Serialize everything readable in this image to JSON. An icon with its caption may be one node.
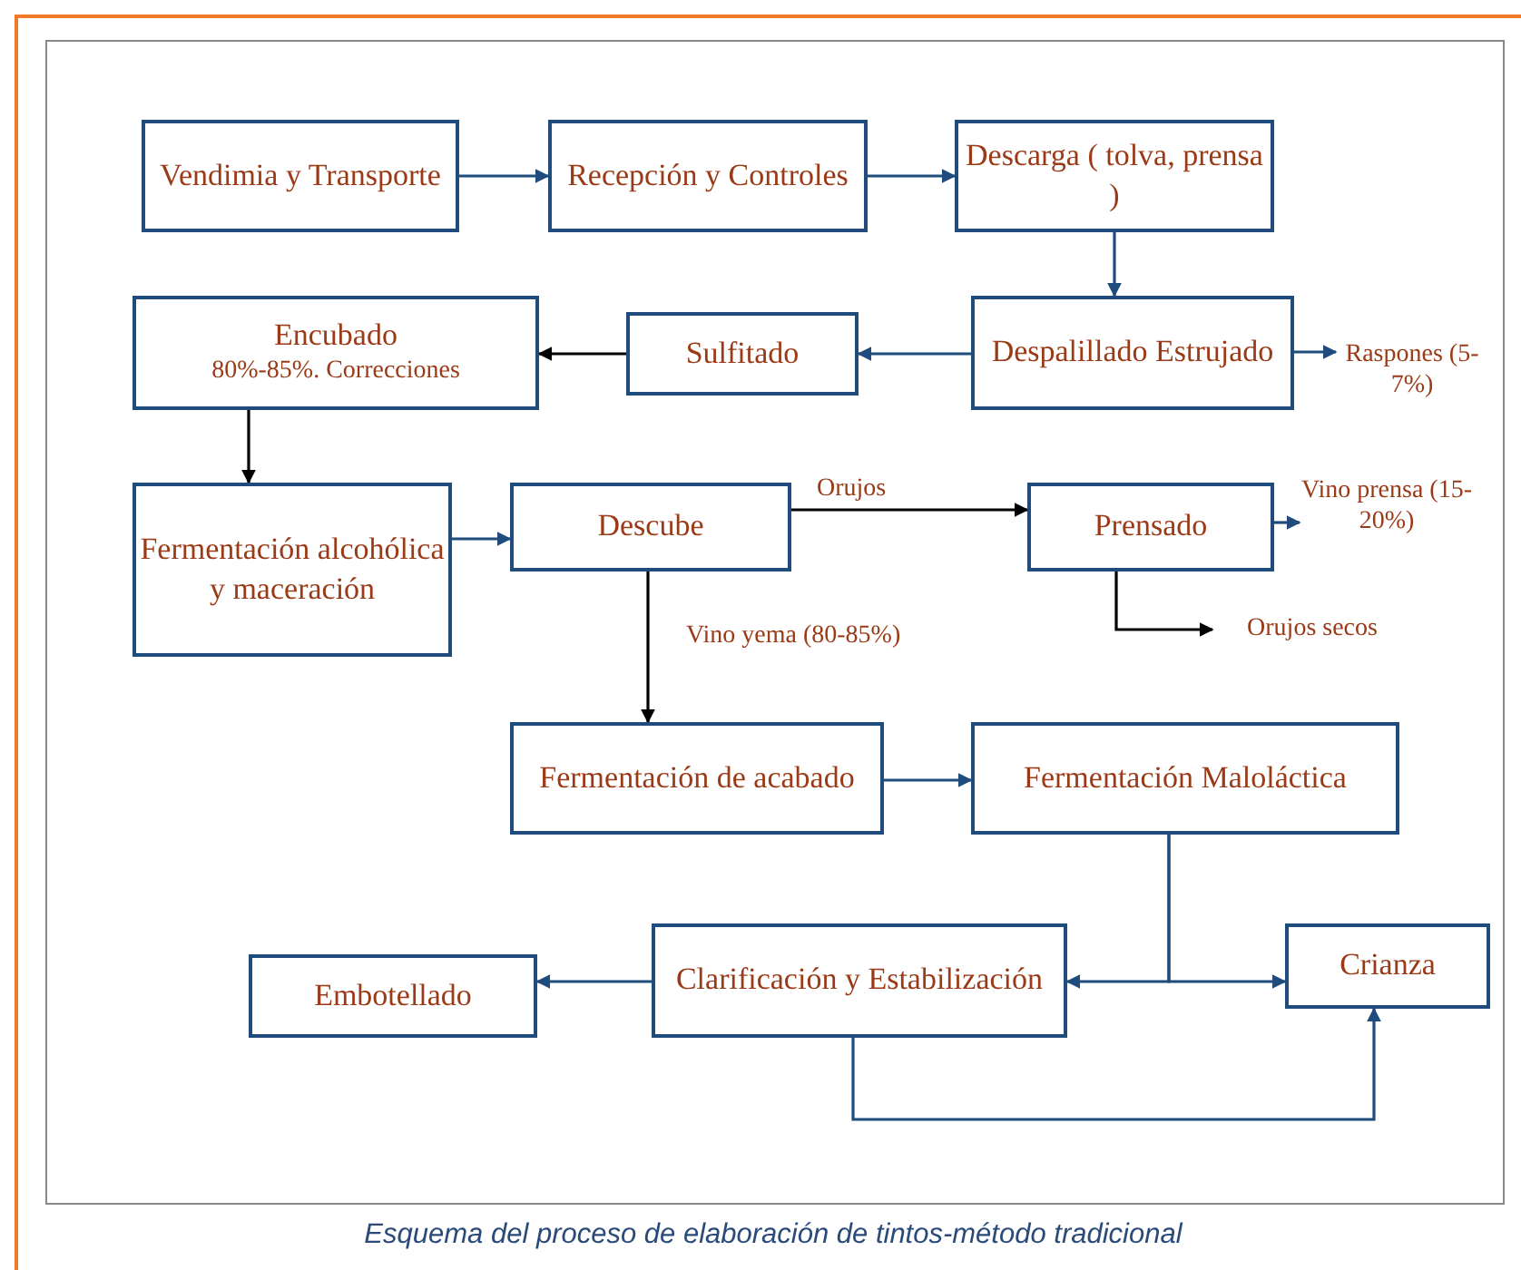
{
  "diagram": {
    "caption": "Esquema del proceso de elaboración de tintos-método tradicional",
    "nodes": [
      {
        "text": [
          "Vendimia y Transporte"
        ]
      },
      {
        "text": [
          "Recepción y Controles"
        ]
      },
      {
        "text": [
          "Descarga ( tolva, prensa )"
        ]
      },
      {
        "text": [
          "Despalillado Estrujado"
        ]
      },
      {
        "text": [
          "Sulfitado"
        ]
      },
      {
        "text": [
          "Encubado",
          "80%-85%. Correcciones"
        ]
      },
      {
        "text": [
          "Raspones (5-7%)"
        ]
      },
      {
        "text": [
          "Fermentación alcohólica y maceración"
        ]
      },
      {
        "text": [
          "Descube"
        ]
      },
      {
        "text": [
          "Prensado"
        ]
      },
      {
        "text": [
          "Vino prensa (15-20%)"
        ]
      },
      {
        "text": [
          "Orujos secos"
        ]
      },
      {
        "text": [
          "Fermentación de acabado"
        ]
      },
      {
        "text": [
          "Fermentación Maloláctica"
        ]
      },
      {
        "text": [
          "Embotellado"
        ]
      },
      {
        "text": [
          "Clarificación y Estabilización"
        ]
      },
      {
        "text": [
          "Crianza"
        ]
      }
    ],
    "edges": [
      {
        "from": 0,
        "to": 1,
        "arrow": "to"
      },
      {
        "from": 1,
        "to": 2,
        "arrow": "to"
      },
      {
        "from": 2,
        "to": 3,
        "arrow": "to"
      },
      {
        "from": 3,
        "to": 4,
        "arrow": "to"
      },
      {
        "from": 4,
        "to": 5,
        "arrow": "to",
        "color": "#000000"
      },
      {
        "from": 3,
        "to": 6,
        "arrow": "to"
      },
      {
        "from": 5,
        "to": 7,
        "arrow": "to",
        "color": "#000000"
      },
      {
        "from": 7,
        "to": 8,
        "arrow": "to"
      },
      {
        "from": 8,
        "to": 9,
        "arrow": "to",
        "label": "Orujos",
        "color": "#000000"
      },
      {
        "from": 9,
        "to": 10,
        "arrow": "to"
      },
      {
        "from": 9,
        "to": 11,
        "arrow": "to",
        "color": "#000000"
      },
      {
        "from": 8,
        "to": 12,
        "arrow": "to",
        "label": "Vino yema (80-85%)",
        "color": "#000000"
      },
      {
        "from": 12,
        "to": 13,
        "arrow": "to"
      },
      {
        "from": 13,
        "to": 15,
        "arrow": "to"
      },
      {
        "from": 13,
        "to": 16,
        "arrow": "to"
      },
      {
        "from": 15,
        "to": 14,
        "arrow": "to"
      },
      {
        "from": 15,
        "to": 16,
        "arrow": "to"
      }
    ]
  }
}
